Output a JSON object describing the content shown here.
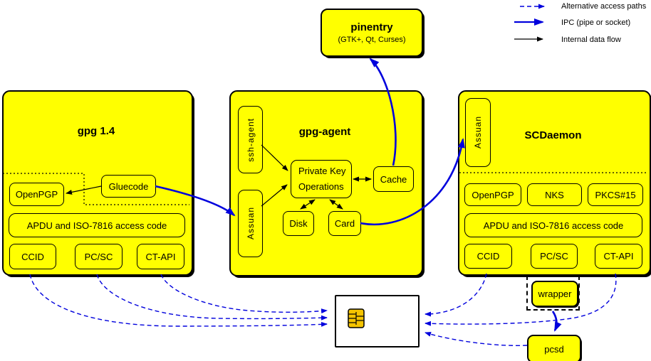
{
  "legend": {
    "items": [
      {
        "label": "Alternative access paths",
        "style": "dashed-blue"
      },
      {
        "label": "IPC (pipe or socket)",
        "style": "thick-blue"
      },
      {
        "label": "Internal data flow",
        "style": "thin-black"
      }
    ]
  },
  "pinentry": {
    "title": "pinentry",
    "subtitle": "(GTK+, Qt, Curses)"
  },
  "gpg14": {
    "title": "gpg 1.4",
    "openpgp": "OpenPGP",
    "gluecode": "Gluecode",
    "apdu": "APDU and ISO-7816 access code",
    "ccid": "CCID",
    "pcsc": "PC/SC",
    "ctapi": "CT-API"
  },
  "gpg_agent": {
    "title": "gpg-agent",
    "ssh_agent": "ssh-agent",
    "assuan": "Assuan",
    "private_key_ops": [
      "Private Key",
      "Operations"
    ],
    "cache": "Cache",
    "disk": "Disk",
    "card": "Card"
  },
  "scdaemon": {
    "title": "SCDaemon",
    "assuan": "Assuan",
    "openpgp": "OpenPGP",
    "nks": "NKS",
    "pkcs15": "PKCS#15",
    "apdu": "APDU and ISO-7816 access code",
    "ccid": "CCID",
    "pcsc": "PC/SC",
    "ctapi": "CT-API"
  },
  "peripherals": {
    "wrapper": "wrapper",
    "pcsd": "pcsd"
  },
  "icons": {
    "chip": "smartcard-chip"
  },
  "colors": {
    "box_fill": "#ffff00",
    "line_blue": "#0000dd",
    "line_black": "#000000",
    "card_fill": "#ffffff"
  }
}
